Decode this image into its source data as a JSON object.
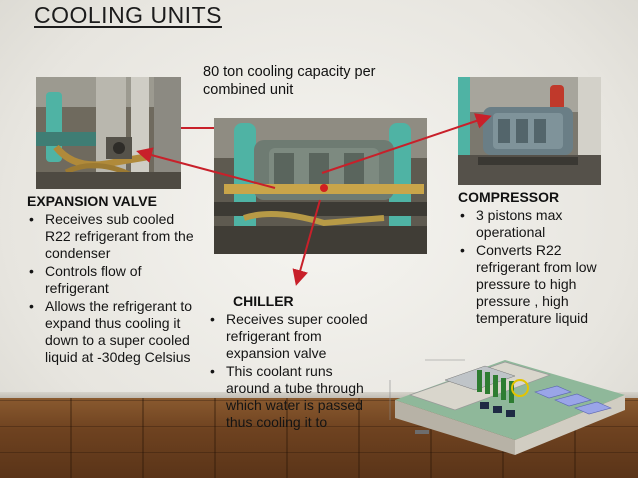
{
  "slide": {
    "title": "COOLING UNITS",
    "caption": "80 ton cooling capacity per combined unit"
  },
  "expansion_valve": {
    "heading": "EXPANSION VALVE",
    "bullets": [
      "Receives sub cooled R22 refrigerant from the condenser",
      "Controls flow of refrigerant",
      "Allows the refrigerant to expand thus cooling it down to a super cooled liquid at -30deg Celsius"
    ]
  },
  "chiller": {
    "heading": "CHILLER",
    "bullets": [
      "Receives super cooled refrigerant from expansion valve",
      "This coolant runs around a tube through which water is passed thus cooling it to"
    ]
  },
  "compressor": {
    "heading": "COMPRESSOR",
    "bullets": [
      "3 pistons max operational",
      "Converts R22 refrigerant from low pressure to high pressure , high temperature liquid"
    ]
  },
  "colors": {
    "arrow": "#c8202a",
    "pipe_teal": "#4fb3a4",
    "wall": "#ecebe6"
  }
}
